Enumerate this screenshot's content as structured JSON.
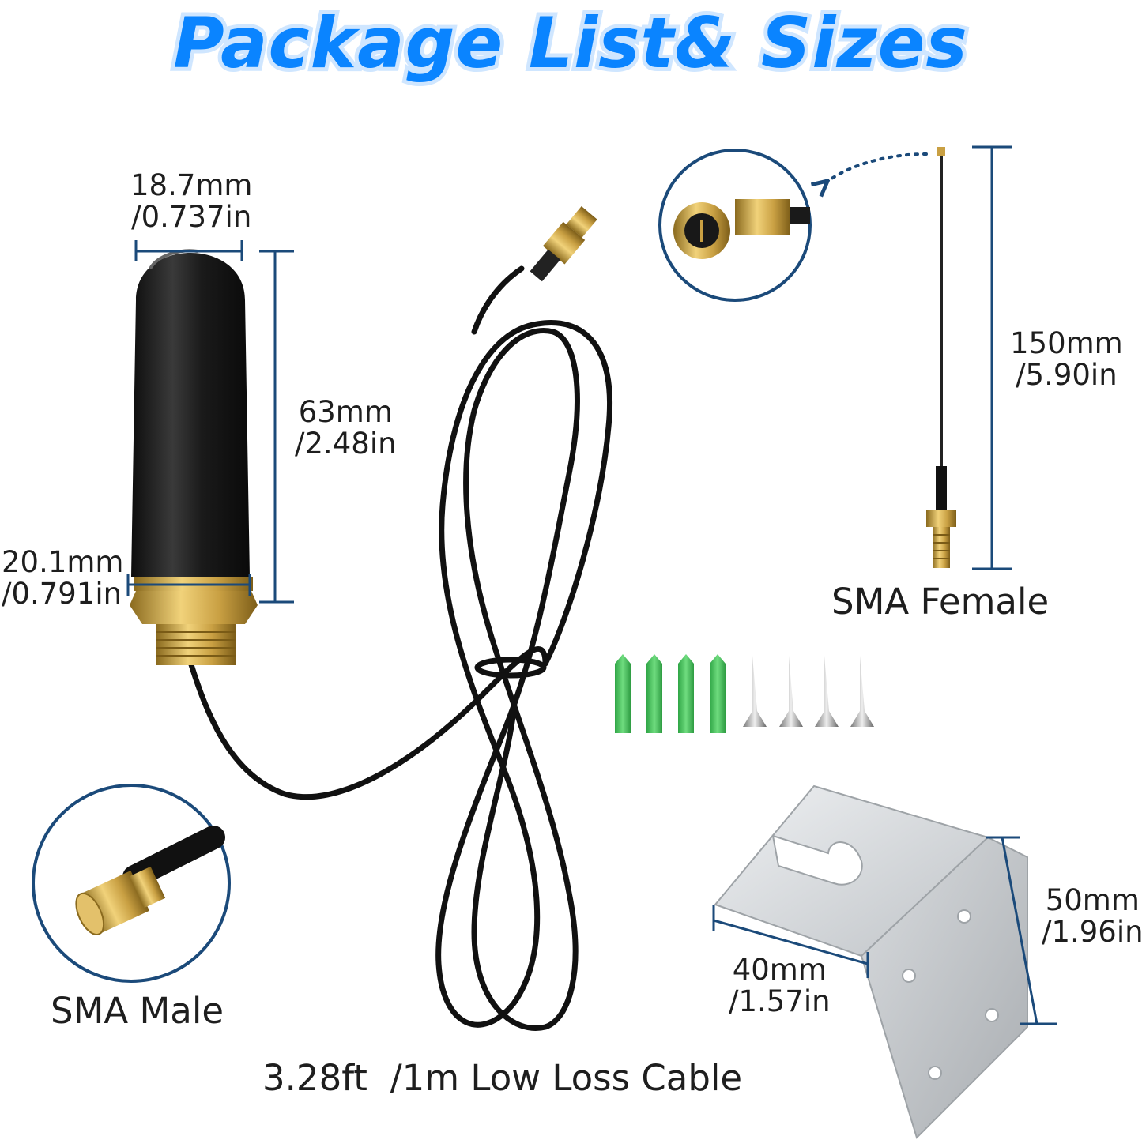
{
  "title": "Package List& Sizes",
  "colors": {
    "title_fill": "#0a84ff",
    "title_stroke": "#cfe6ff",
    "dimension_line": "#1b4a7a",
    "antenna_body": "#151515",
    "brass": "#c9a043",
    "anchor_green": "#45c05a",
    "bracket_silver": "#d4d6d8"
  },
  "dimensions": {
    "antenna_top_width": {
      "mm": "18.7mm",
      "in": "/0.737in"
    },
    "antenna_height": {
      "mm": "63mm",
      "in": "/2.48in"
    },
    "antenna_base_width": {
      "mm": "20.1mm",
      "in": "/0.791in"
    },
    "pigtail_length": {
      "mm": "150mm",
      "in": "/5.90in"
    },
    "bracket_height": {
      "mm": "50mm",
      "in": "/1.96in"
    },
    "bracket_width": {
      "mm": "40mm",
      "in": "/1.57in"
    }
  },
  "labels": {
    "sma_female": "SMA Female",
    "sma_male": "SMA Male",
    "cable": "3.28ft  /1m Low Loss Cable"
  }
}
